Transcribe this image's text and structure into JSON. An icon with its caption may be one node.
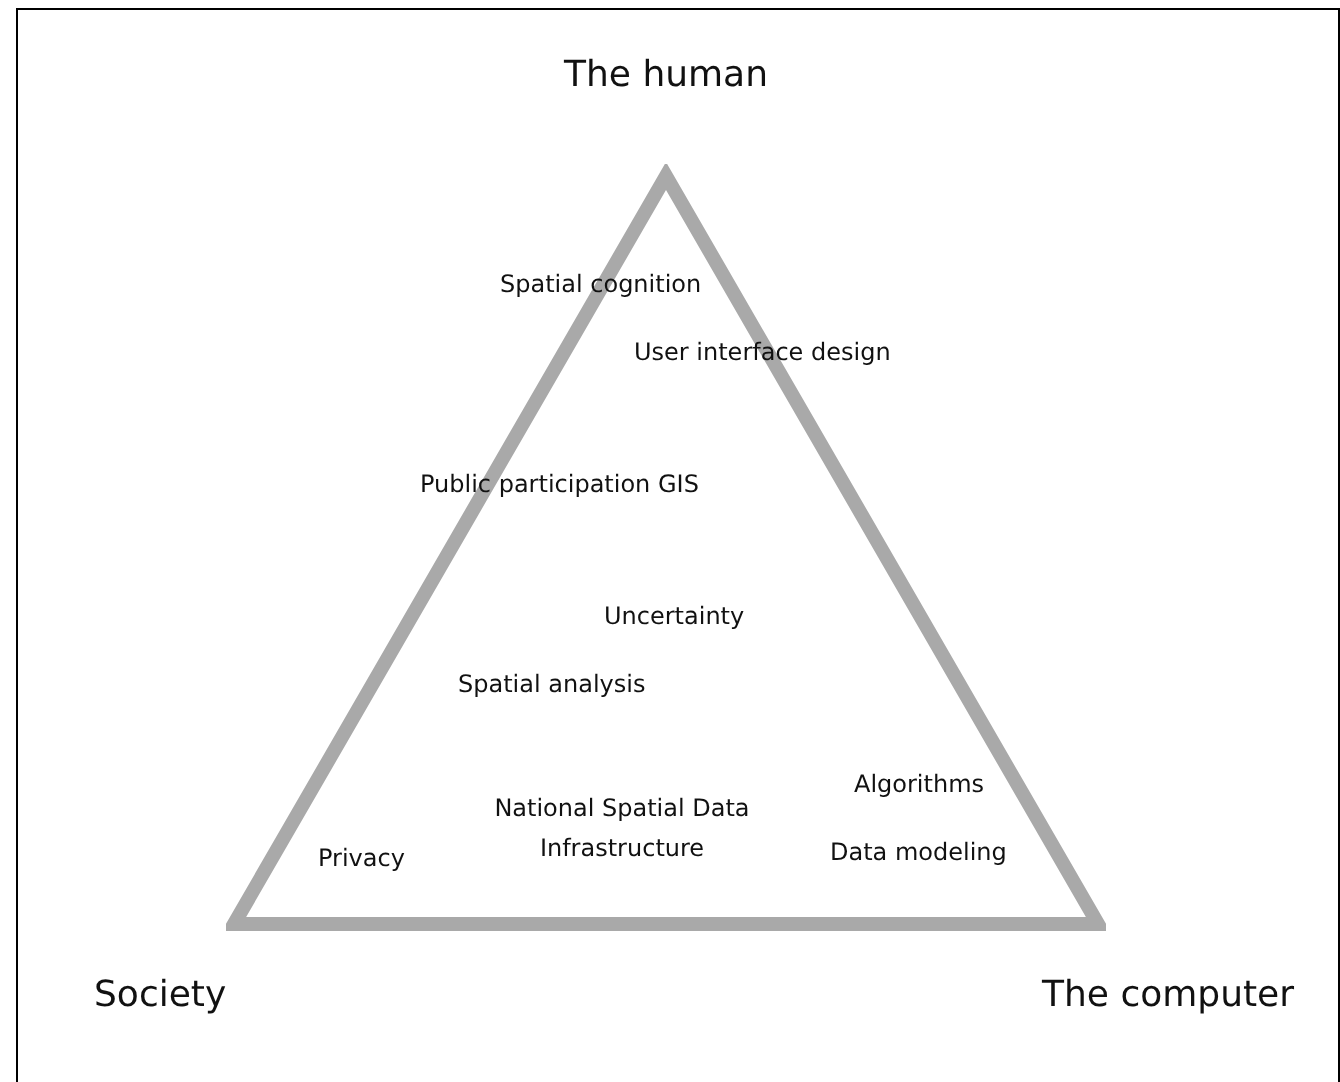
{
  "diagram": {
    "nodes": [
      {
        "text": [
          "Spatial cognition",
          "User interface design",
          "Public participation GIS",
          "Uncertainty",
          "Spatial analysis",
          "National Spatial Data Infrastructure",
          "Algorithms",
          "Data modeling",
          "Privacy"
        ]
      }
    ],
    "edges": [],
    "labels": [
      "The human",
      "Society",
      "The computer"
    ]
  }
}
